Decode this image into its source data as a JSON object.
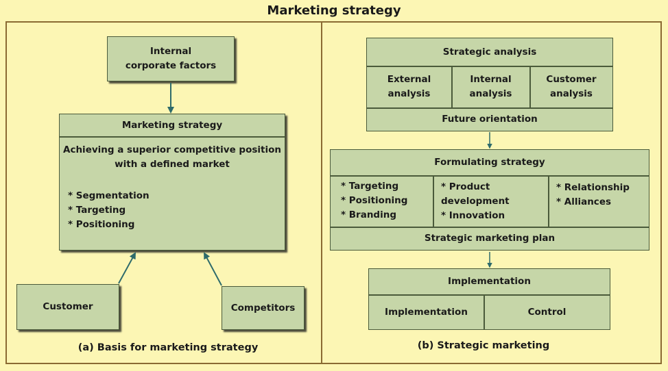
{
  "title": "Marketing strategy",
  "left": {
    "internal_factors": "Internal\ncorporate factors",
    "strategy_header": "Marketing strategy",
    "strategy_goal": "Achieving a superior competitive position\nwith a defined market",
    "strategy_items": "* Segmentation\n* Targeting\n* Positioning",
    "customer": "Customer",
    "competitors": "Competitors",
    "caption": "(a) Basis for marketing strategy"
  },
  "right": {
    "analysis_header": "Strategic analysis",
    "external_analysis": "External\nanalysis",
    "internal_analysis": "Internal\nanalysis",
    "customer_analysis": "Customer\nanalysis",
    "future_orientation": "Future orientation",
    "formulating_header": "Formulating strategy",
    "col1": "* Targeting\n* Positioning\n* Branding",
    "col2": "* Product\n   development\n* Innovation",
    "col3": "* Relationship\n* Alliances",
    "plan": "Strategic marketing plan",
    "implementation_header": "Implementation",
    "implementation": "Implementation",
    "control": "Control",
    "caption": "(b) Strategic marketing"
  },
  "colors": {
    "background": "#fcf6b4",
    "box_fill": "#c6d6a8",
    "frame": "#8a6a32",
    "arrow": "#2e6b6b"
  }
}
